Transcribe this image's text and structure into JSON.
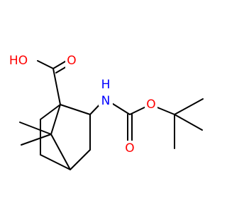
{
  "atoms": [
    {
      "id": "o_hydroxyl",
      "text": "HO",
      "color": "#ff0000"
    },
    {
      "id": "o_carbonyl_acid",
      "text": "O",
      "color": "#ff0000"
    },
    {
      "id": "n_amine",
      "text": "H\nN",
      "color": "#0000ff"
    },
    {
      "id": "o_ester",
      "text": "O",
      "color": "#ff0000"
    },
    {
      "id": "o_carbonyl_boc",
      "text": "O",
      "color": "#ff0000"
    }
  ],
  "colors": {
    "bond": "#000000",
    "oxygen": "#ff0000",
    "nitrogen": "#0000ff",
    "background": "#ffffff"
  }
}
